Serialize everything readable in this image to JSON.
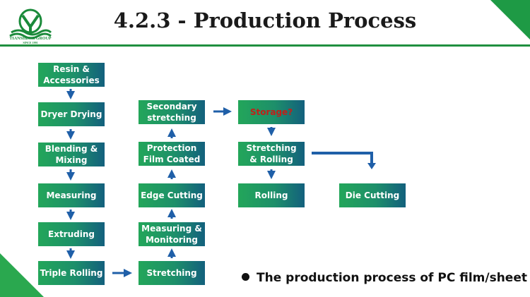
{
  "header": {
    "title": "4.2.3 - Production Process",
    "logo_name": "TIANSHENG GROUP",
    "logo_since": "SINCE 1991"
  },
  "steps": {
    "resin": "Resin &\nAccessories",
    "dryer": "Dryer Drying",
    "blending": "Blending &\nMixing",
    "measuring": "Measuring",
    "extruding": "Extruding",
    "triple": "Triple Rolling",
    "stretching": "Stretching",
    "measmon": "Measuring &\nMonitoring",
    "edge": "Edge Cutting",
    "protection": "Protection\nFilm Coated",
    "secondary": "Secondary\nstretching",
    "storage": "Storage?",
    "stretchroll": "Stretching\n& Rolling",
    "rolling": "Rolling",
    "diecut": "Die Cutting"
  },
  "note": "The production process of PC film/sheet",
  "colors": {
    "box_start": "#23a65a",
    "box_end": "#13607d",
    "arrow": "#1f5fa8",
    "accent": "#1f8f3f",
    "storage_text": "#c0201a"
  }
}
